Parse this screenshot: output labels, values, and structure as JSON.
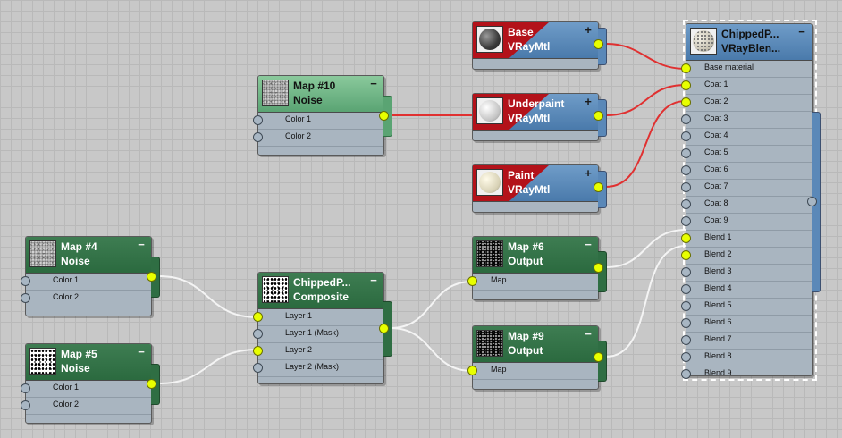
{
  "nodes": {
    "map10": {
      "title": "Map #10",
      "subtitle": "Noise",
      "thumb": "noise-texture",
      "rows": [
        "Color 1",
        "Color 2"
      ]
    },
    "base": {
      "title": "Base",
      "subtitle": "VRayMtl",
      "thumb": "dark-sphere",
      "expand": "+"
    },
    "underpaint": {
      "title": "Underpaint",
      "subtitle": "VRayMtl",
      "thumb": "white-sphere",
      "expand": "+"
    },
    "paint": {
      "title": "Paint",
      "subtitle": "VRayMtl",
      "thumb": "cream-sphere",
      "expand": "+"
    },
    "blend": {
      "title": "ChippedP...",
      "subtitle": "VRayBlen...",
      "thumb": "speckled-sphere",
      "rows": [
        "Base material",
        "Coat 1",
        "Coat 2",
        "Coat 3",
        "Coat 4",
        "Coat 5",
        "Coat 6",
        "Coat 7",
        "Coat 8",
        "Coat 9",
        "Blend 1",
        "Blend 2",
        "Blend 3",
        "Blend 4",
        "Blend 5",
        "Blend 6",
        "Blend 7",
        "Blend 8",
        "Blend 9"
      ]
    },
    "map4": {
      "title": "Map #4",
      "subtitle": "Noise",
      "thumb": "noise-texture",
      "rows": [
        "Color 1",
        "Color 2"
      ]
    },
    "map5": {
      "title": "Map #5",
      "subtitle": "Noise",
      "thumb": "noise-texture-bw",
      "rows": [
        "Color 1",
        "Color 2"
      ]
    },
    "composite": {
      "title": "ChippedP...",
      "subtitle": "Composite",
      "thumb": "noise-texture-bw",
      "rows": [
        "Layer 1",
        "Layer 1 (Mask)",
        "Layer 2",
        "Layer 2 (Mask)"
      ]
    },
    "map6": {
      "title": "Map #6",
      "subtitle": "Output",
      "thumb": "noise-texture-dark",
      "rows": [
        "Map"
      ]
    },
    "map9": {
      "title": "Map #9",
      "subtitle": "Output",
      "thumb": "noise-texture-dark",
      "rows": [
        "Map"
      ]
    }
  },
  "minimize_symbol": "−",
  "colors": {
    "canvas": "#c8c8c8",
    "header_green": "#2f6e43",
    "header_light_green": "#6fb585",
    "header_blue": "#5a88b8",
    "header_red": "#b3121a",
    "socket_connected": "#e8ff00",
    "wire_red": "#e03030",
    "wire_white": "#f4f4f4"
  }
}
